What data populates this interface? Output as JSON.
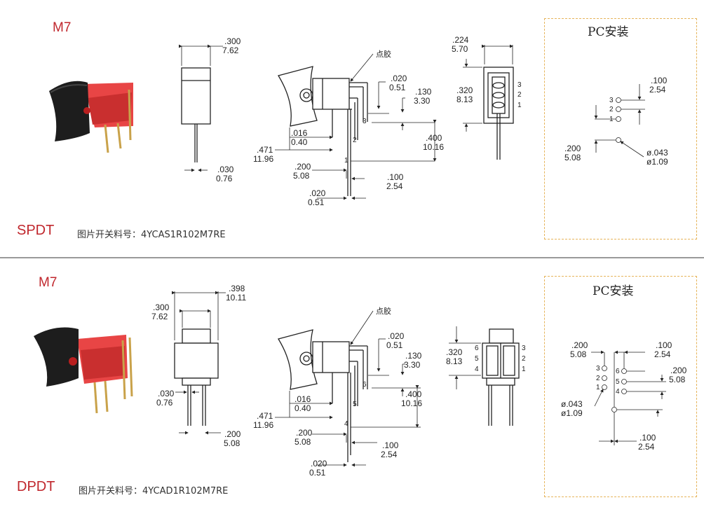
{
  "top": {
    "model": "M7",
    "type": "SPDT",
    "caption": "图片开关料号：4YCAS1R102M7RE",
    "pc_title": "PC安装",
    "dims": {
      "side_width": [
        ".300",
        "7.62"
      ],
      "side_pin": [
        ".030",
        "0.76"
      ],
      "glue": "点胶",
      "d020": [
        ".020",
        "0.51"
      ],
      "d130": [
        ".130",
        "3.30"
      ],
      "d016": [
        ".016",
        "0.40"
      ],
      "d471": [
        ".471",
        "11.96"
      ],
      "d400": [
        ".400",
        "10.16"
      ],
      "d200": [
        ".200",
        "5.08"
      ],
      "d100": [
        ".100",
        "2.54"
      ],
      "d020b": [
        ".020",
        "0.51"
      ],
      "pins": [
        "3",
        "2",
        "1"
      ],
      "end_width": [
        ".224",
        "5.70"
      ],
      "end_height": [
        ".320",
        "8.13"
      ],
      "end_pins": [
        "3",
        "2",
        "1"
      ],
      "pc_pitch": [
        ".100",
        "2.54"
      ],
      "pc_offset": [
        ".200",
        "5.08"
      ],
      "pc_hole": [
        "ø.043",
        "ø1.09"
      ],
      "pc_pins": [
        "3",
        "2",
        "1"
      ]
    }
  },
  "bottom": {
    "model": "M7",
    "type": "DPDT",
    "caption": "图片开关料号：4YCAD1R102M7RE",
    "pc_title": "PC安装",
    "dims": {
      "side_width": [
        ".398",
        "10.11"
      ],
      "side_body": [
        ".300",
        "7.62"
      ],
      "side_pin": [
        ".030",
        "0.76"
      ],
      "side_pitch": [
        ".200",
        "5.08"
      ],
      "glue": "点胶",
      "d020": [
        ".020",
        "0.51"
      ],
      "d130": [
        ".130",
        "3.30"
      ],
      "d016": [
        ".016",
        "0.40"
      ],
      "d471": [
        ".471",
        "11.96"
      ],
      "d400": [
        ".400",
        "10.16"
      ],
      "d200": [
        ".200",
        "5.08"
      ],
      "d100": [
        ".100",
        "2.54"
      ],
      "d020b": [
        ".020",
        "0.51"
      ],
      "pins": [
        "6",
        "5",
        "4"
      ],
      "end_height": [
        ".320",
        "8.13"
      ],
      "end_pins_left": [
        "6",
        "5",
        "4"
      ],
      "end_pins_right": [
        "3",
        "2",
        "1"
      ],
      "pc_offset": [
        ".200",
        "5.08"
      ],
      "pc_pitch": [
        ".100",
        "2.54"
      ],
      "pc_row": [
        ".200",
        "5.08"
      ],
      "pc_hole": [
        "ø.043",
        "ø1.09"
      ],
      "pc_pitch2": [
        ".100",
        "2.54"
      ],
      "pc_pins_left": [
        "3",
        "2",
        "1"
      ],
      "pc_pins_right": [
        "6",
        "5",
        "4"
      ]
    }
  },
  "colors": {
    "accent": "#c0272d",
    "pc_border": "#e6b45a",
    "switch_red": "#e23a3a",
    "switch_black": "#1d1d1d",
    "pin_gold": "#c9a24a"
  }
}
